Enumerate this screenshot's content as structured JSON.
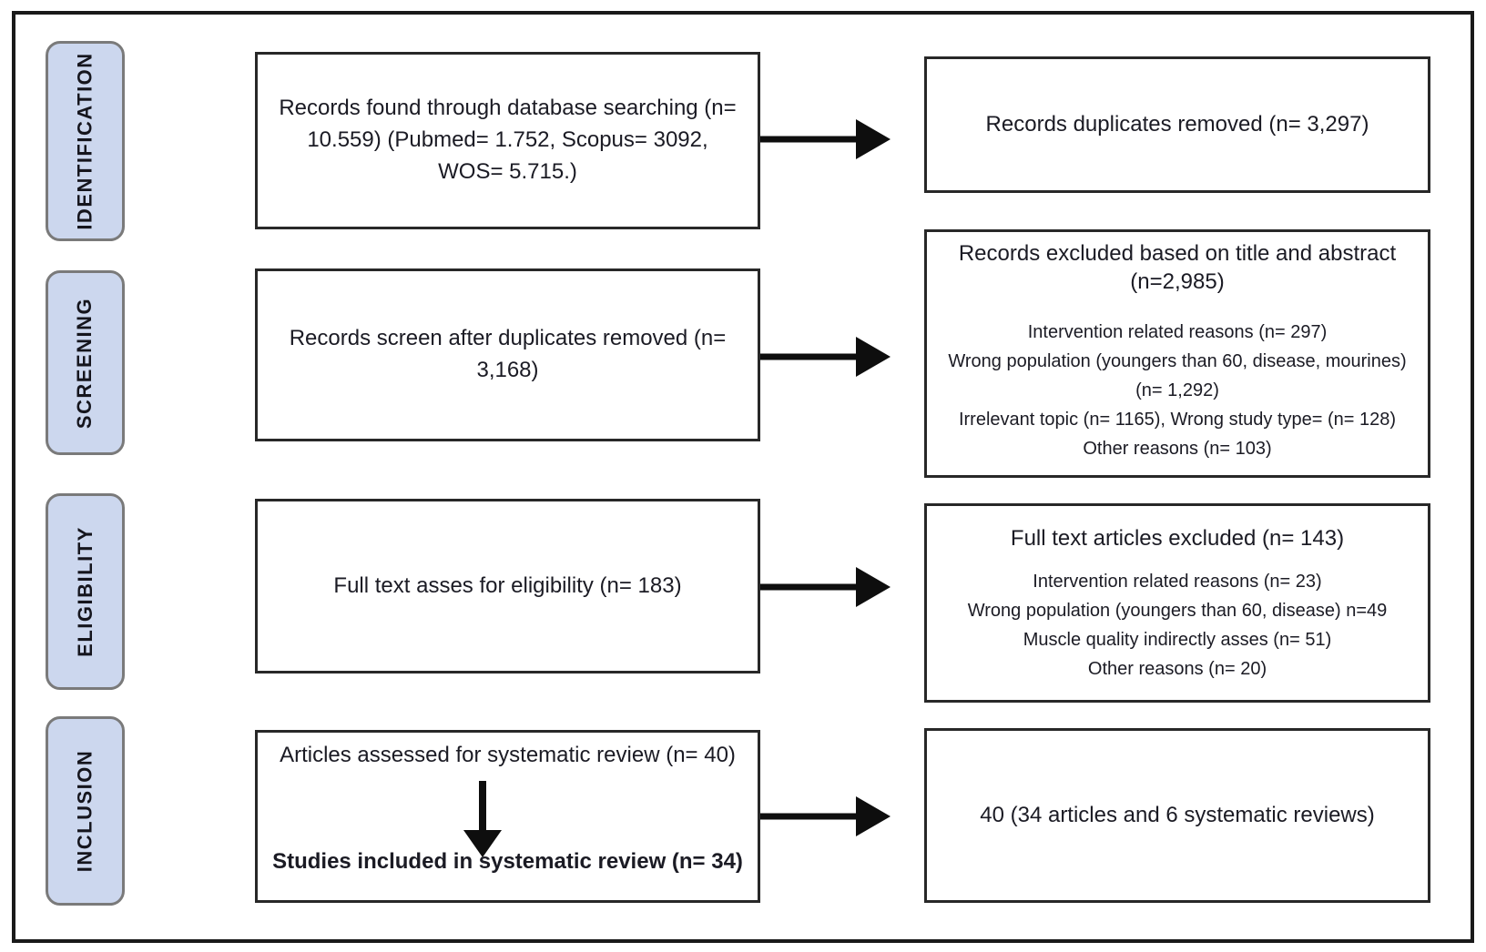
{
  "colors": {
    "stage_fill": "#ccd7ee",
    "stage_border": "#7a7a7a",
    "box_border": "#282828",
    "arrow": "#0e0e0e",
    "text": "#1b1b24"
  },
  "icons": {
    "flow_arrow": "right-arrow-icon",
    "inclusion_arrow": "down-arrow-icon"
  },
  "stages": [
    {
      "label": "IDENTIFICATION"
    },
    {
      "label": "SCREENING"
    },
    {
      "label": "ELIGIBILITY"
    },
    {
      "label": "INCLUSION"
    }
  ],
  "rows": {
    "identification": {
      "main": "Records found through database searching (n= 10.559) (Pubmed= 1.752, Scopus= 3092, WOS= 5.715.)",
      "main_lines": [
        "Records found through database searching (n=",
        "10.559) (Pubmed= 1.752, Scopus= 3092,",
        "WOS= 5.715.)"
      ],
      "result": "Records duplicates removed (n= 3,297)"
    },
    "screening": {
      "main": "Records screen after duplicates removed (n= 3,168)",
      "main_lines": [
        "Records screen after duplicates removed (n=",
        "3,168)"
      ],
      "result_title": "Records excluded based on title and abstract (n=2,985)",
      "reasons": [
        "Intervention related reasons  (n= 297)",
        "Wrong population (youngers than 60, disease, mourines) (n= 1,292)",
        "Irrelevant topic (n= 1165), Wrong study type= (n= 128)",
        "Other reasons (n= 103)"
      ]
    },
    "eligibility": {
      "main": "Full text asses for eligibility (n= 183)",
      "result_title": "Full text articles excluded (n= 143)",
      "reasons": [
        "Intervention related reasons  (n= 23)",
        "Wrong population (youngers than 60, disease) n=49",
        "Muscle quality indirectly asses (n= 51)",
        "Other reasons (n= 20)"
      ]
    },
    "inclusion": {
      "main_top": "Articles assessed for systematic review (n= 40)",
      "main_bottom": "Studies included in systematic review (n= 34)",
      "result": "40 (34 articles and 6 systematic reviews)"
    }
  }
}
